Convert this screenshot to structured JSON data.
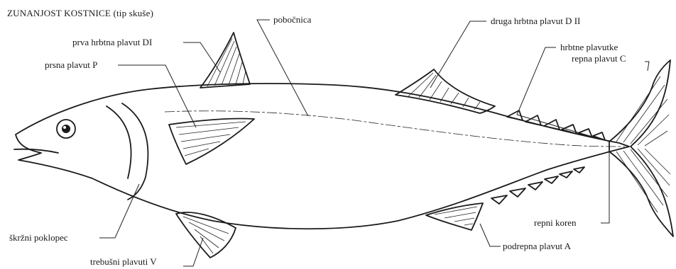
{
  "title": "ZUNANJOST KOSTNICE (tip skuše)",
  "labels": {
    "pobocnica": "pobočnica",
    "druga_hrbtna": "druga hrbtna plavut  D II",
    "prva_hrbtna": "prva hrbtna plavut DI",
    "hrbtne_plavutke": "hrbtne plavutke",
    "repna_plavut": "repna plavut C",
    "prsna_plavut": "prsna plavut P",
    "skrzni_poklopec": "škržni poklopec",
    "repni_koren": "repni koren",
    "podrepna_plavut": "podrepna plavut A",
    "trebusni_plavuti": "trebušni plavuti V"
  },
  "colors": {
    "ink": "#1b1b1b",
    "background": "#ffffff"
  }
}
